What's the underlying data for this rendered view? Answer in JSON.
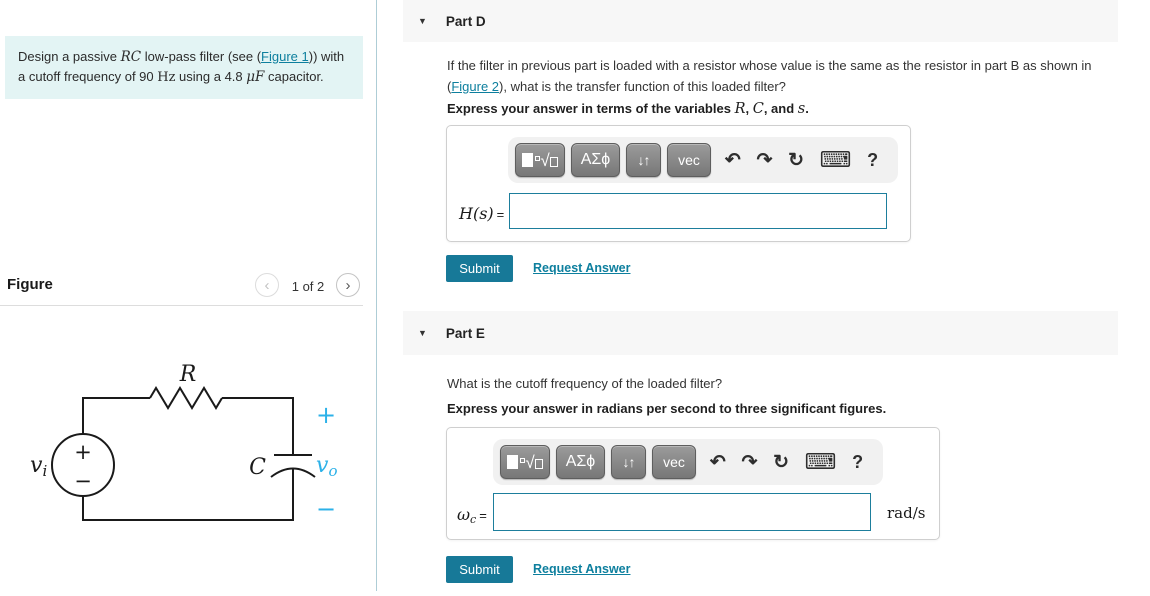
{
  "left_panel": {
    "problem": {
      "seg1": "Design a passive ",
      "var_rc": "RC",
      "seg2": " low-pass filter (see (",
      "figure_link": "Figure 1",
      "seg3": ")) with a cutoff frequency of 90 ",
      "unit_hz": "Hz",
      "seg4": " using a 4.8 ",
      "unit_uf": "μF",
      "seg5": " capacitor."
    },
    "figure": {
      "title": "Figure",
      "page_label": "1 of 2",
      "prev_icon": "‹",
      "next_icon": "›"
    },
    "circuit": {
      "resistor_label": "R",
      "capacitor_label": "C",
      "source_plus": "+",
      "source_minus": "−",
      "vi_main": "v",
      "vi_sub": "i",
      "vo_plus": "+",
      "vo_main": "v",
      "vo_sub": "o",
      "vo_minus": "−"
    }
  },
  "math_toolbar": {
    "template_radical": "√",
    "greek_label": "ΑΣϕ",
    "updown_label": "↓↑",
    "vec_label": "vec",
    "undo_icon": "↶",
    "redo_icon": "↷",
    "reset_icon": "↻",
    "keyboard_icon": "⌨",
    "help_label": "?"
  },
  "part_d": {
    "collapse_icon": "▼",
    "title": "Part D",
    "question": {
      "seg1": "If the filter in previous part is loaded with a resistor whose value is the same as the resistor in part B as shown in (",
      "figure_link": "Figure 2",
      "seg2": "), what is the transfer function of this loaded filter?"
    },
    "express": {
      "seg1": "Express your answer in terms of the variables ",
      "var1": "R",
      "sep1": ", ",
      "var2": "C",
      "sep2": ", and ",
      "var3": "s",
      "seg2": "."
    },
    "answer_label": "H(s)",
    "equals_sign": "=",
    "answer_value": "",
    "submit_label": "Submit",
    "request_answer_label": "Request Answer"
  },
  "part_e": {
    "collapse_icon": "▼",
    "title": "Part E",
    "question": "What is the cutoff frequency of the loaded filter?",
    "express": "Express your answer in radians per second to three significant figures.",
    "answer_label_main": "ω",
    "answer_label_sub": "c",
    "equals_sign": "=",
    "answer_value": "",
    "unit": "rad/s",
    "submit_label": "Submit",
    "request_answer_label": "Request Answer"
  },
  "colors": {
    "accent_teal": "#177998",
    "link_teal": "#0d7f9e",
    "problem_box_bg": "#e3f4f4",
    "header_bg": "#f7f7f7",
    "input_border": "#1d7e9c",
    "circuit_cyan": "#2cb1e8"
  }
}
